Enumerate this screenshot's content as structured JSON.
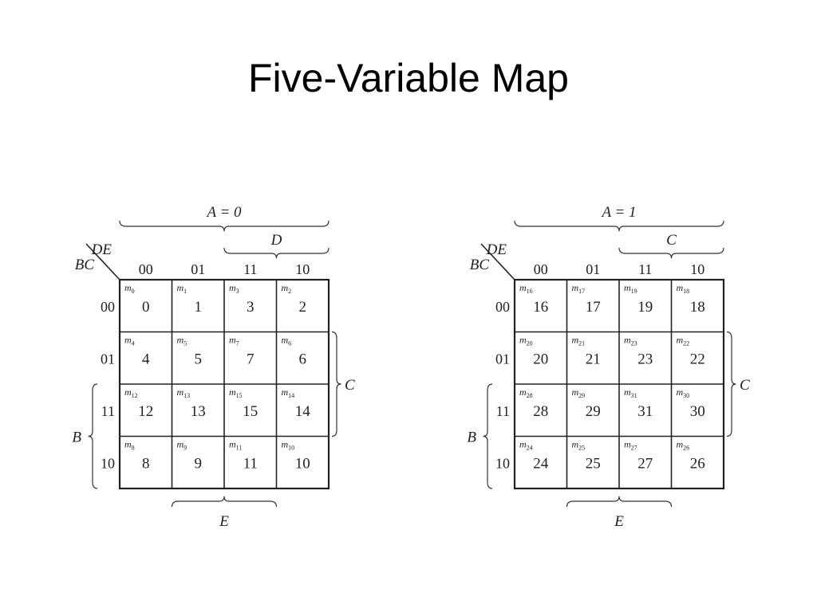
{
  "title": "Five-Variable Map",
  "col_codes": [
    "00",
    "01",
    "11",
    "10"
  ],
  "row_codes": [
    "00",
    "01",
    "11",
    "10"
  ],
  "labels": {
    "col_var": "DE",
    "row_var": "BC",
    "bracket_right": "C",
    "bracket_left": "B",
    "bracket_bottom": "E"
  },
  "maps": [
    {
      "header": "A = 0",
      "top_bracket": "D",
      "cells": [
        [
          {
            "m": "m",
            "sub": "0",
            "v": "0"
          },
          {
            "m": "m",
            "sub": "1",
            "v": "1"
          },
          {
            "m": "m",
            "sub": "3",
            "v": "3"
          },
          {
            "m": "m",
            "sub": "2",
            "v": "2"
          }
        ],
        [
          {
            "m": "m",
            "sub": "4",
            "v": "4"
          },
          {
            "m": "m",
            "sub": "5",
            "v": "5"
          },
          {
            "m": "m",
            "sub": "7",
            "v": "7"
          },
          {
            "m": "m",
            "sub": "6",
            "v": "6"
          }
        ],
        [
          {
            "m": "m",
            "sub": "12",
            "v": "12"
          },
          {
            "m": "m",
            "sub": "13",
            "v": "13"
          },
          {
            "m": "m",
            "sub": "15",
            "v": "15"
          },
          {
            "m": "m",
            "sub": "14",
            "v": "14"
          }
        ],
        [
          {
            "m": "m",
            "sub": "8",
            "v": "8"
          },
          {
            "m": "m",
            "sub": "9",
            "v": "9"
          },
          {
            "m": "m",
            "sub": "11",
            "v": "11"
          },
          {
            "m": "m",
            "sub": "10",
            "v": "10"
          }
        ]
      ]
    },
    {
      "header": "A = 1",
      "top_bracket": "C",
      "cells": [
        [
          {
            "m": "m",
            "sub": "16",
            "v": "16"
          },
          {
            "m": "m",
            "sub": "17",
            "v": "17"
          },
          {
            "m": "m",
            "sub": "19",
            "v": "19"
          },
          {
            "m": "m",
            "sub": "18",
            "v": "18"
          }
        ],
        [
          {
            "m": "m",
            "sub": "20",
            "v": "20"
          },
          {
            "m": "m",
            "sub": "21",
            "v": "21"
          },
          {
            "m": "m",
            "sub": "23",
            "v": "23"
          },
          {
            "m": "m",
            "sub": "22",
            "v": "22"
          }
        ],
        [
          {
            "m": "m",
            "sub": "28",
            "v": "28"
          },
          {
            "m": "m",
            "sub": "29",
            "v": "29"
          },
          {
            "m": "m",
            "sub": "31",
            "v": "31"
          },
          {
            "m": "m",
            "sub": "30",
            "v": "30"
          }
        ],
        [
          {
            "m": "m",
            "sub": "24",
            "v": "24"
          },
          {
            "m": "m",
            "sub": "25",
            "v": "25"
          },
          {
            "m": "m",
            "sub": "27",
            "v": "27"
          },
          {
            "m": "m",
            "sub": "26",
            "v": "26"
          }
        ]
      ]
    }
  ]
}
